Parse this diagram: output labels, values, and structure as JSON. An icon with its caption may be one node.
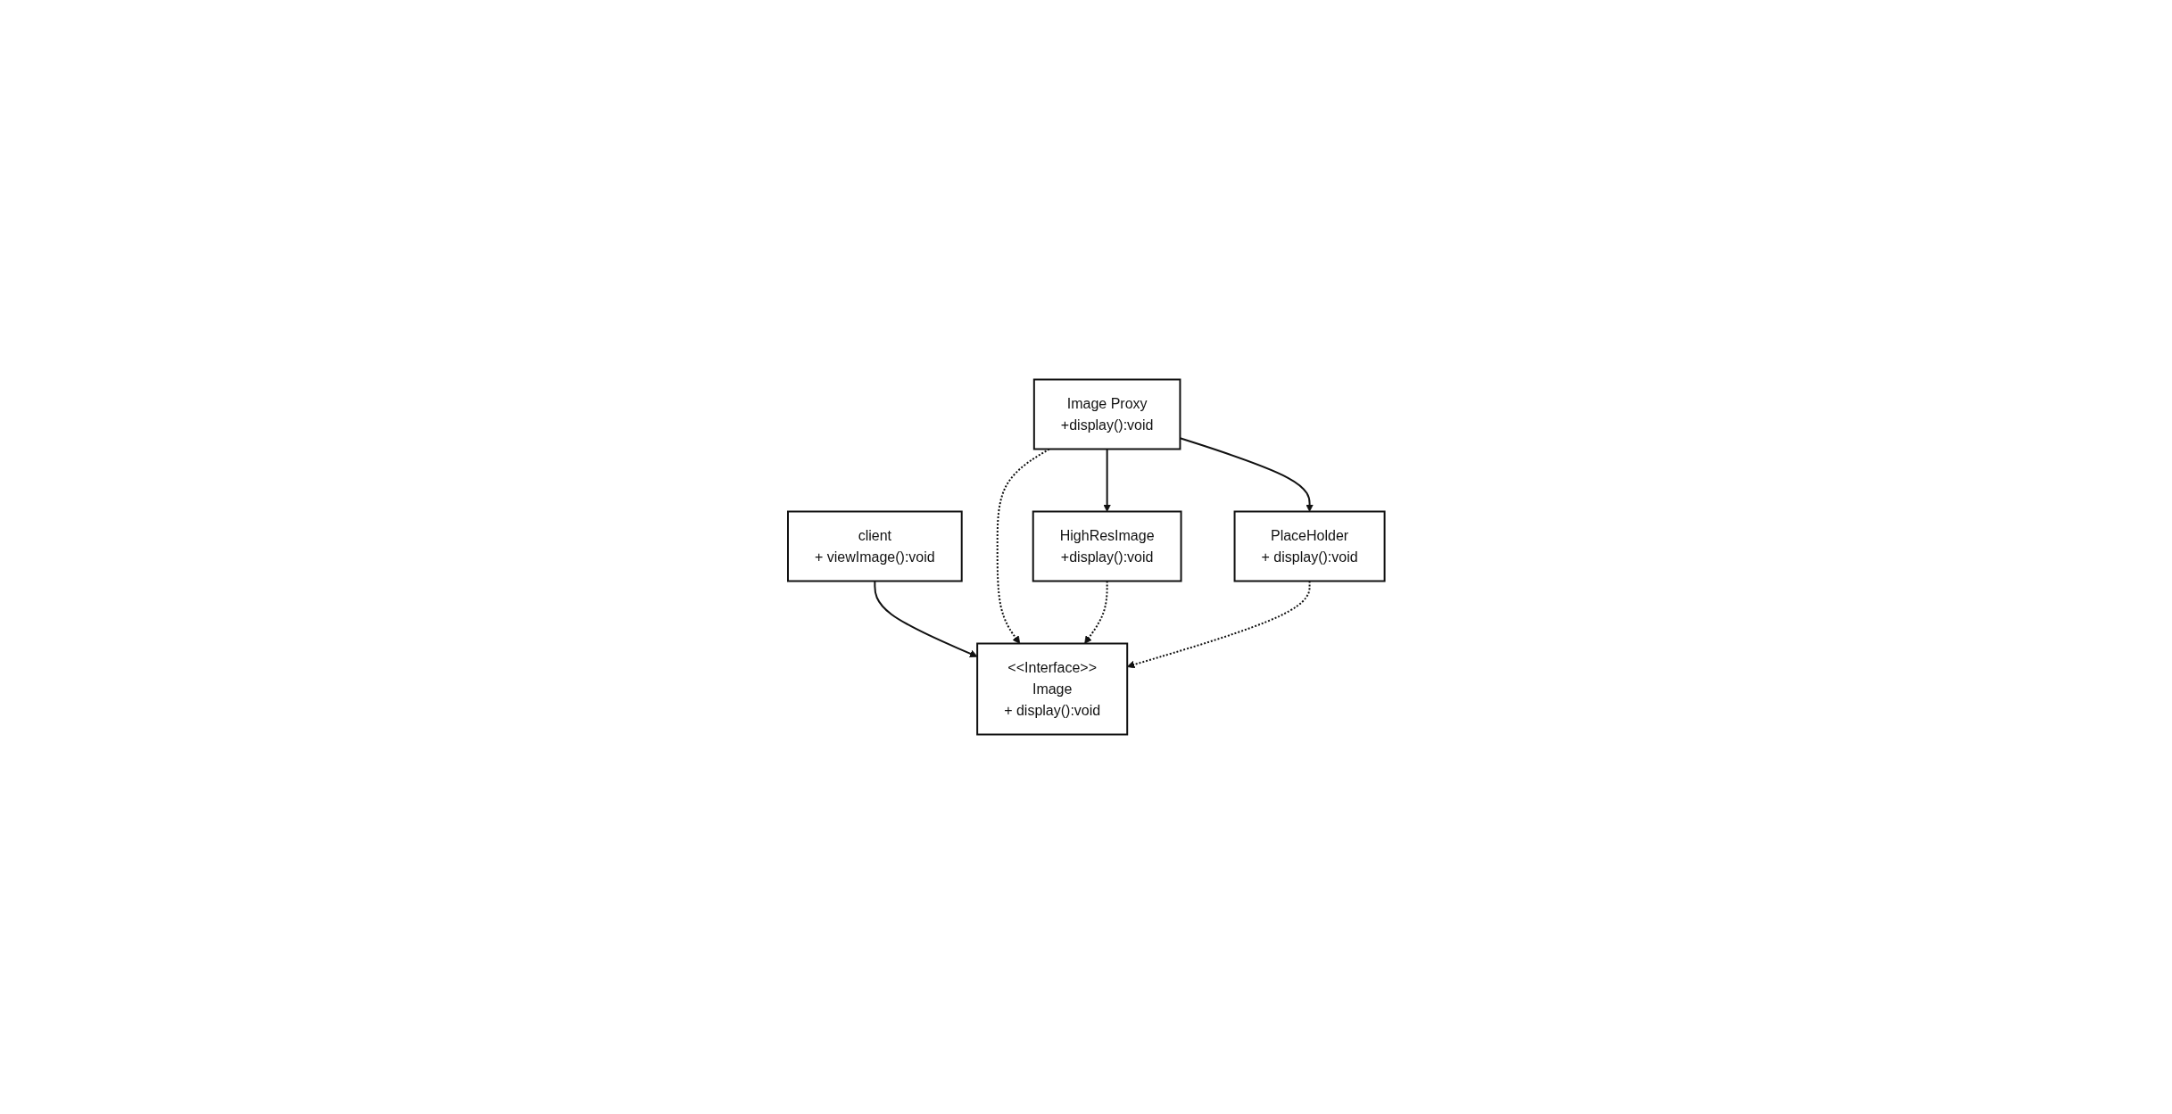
{
  "diagram": {
    "nodes": [
      {
        "text": [
          "client",
          "+ viewImage():void"
        ]
      },
      {
        "text": [
          "<<Interface>>",
          "Image",
          "+ display():void"
        ]
      },
      {
        "text": [
          "Image Proxy",
          "+display():void"
        ]
      },
      {
        "text": [
          "HighResImage",
          "+display():void"
        ]
      },
      {
        "text": [
          "PlaceHolder",
          "+ display():void"
        ]
      }
    ],
    "edges": [
      {
        "from": 0,
        "to": 1,
        "arrow": "to"
      },
      {
        "from": 2,
        "to": 1,
        "arrow": "to",
        "style": "dashed"
      },
      {
        "from": 3,
        "to": 1,
        "arrow": "to",
        "style": "dashed"
      },
      {
        "from": 4,
        "to": 1,
        "arrow": "to",
        "style": "dashed"
      },
      {
        "from": 2,
        "to": 3,
        "arrow": "to"
      },
      {
        "from": 2,
        "to": 4,
        "arrow": "to"
      }
    ]
  }
}
